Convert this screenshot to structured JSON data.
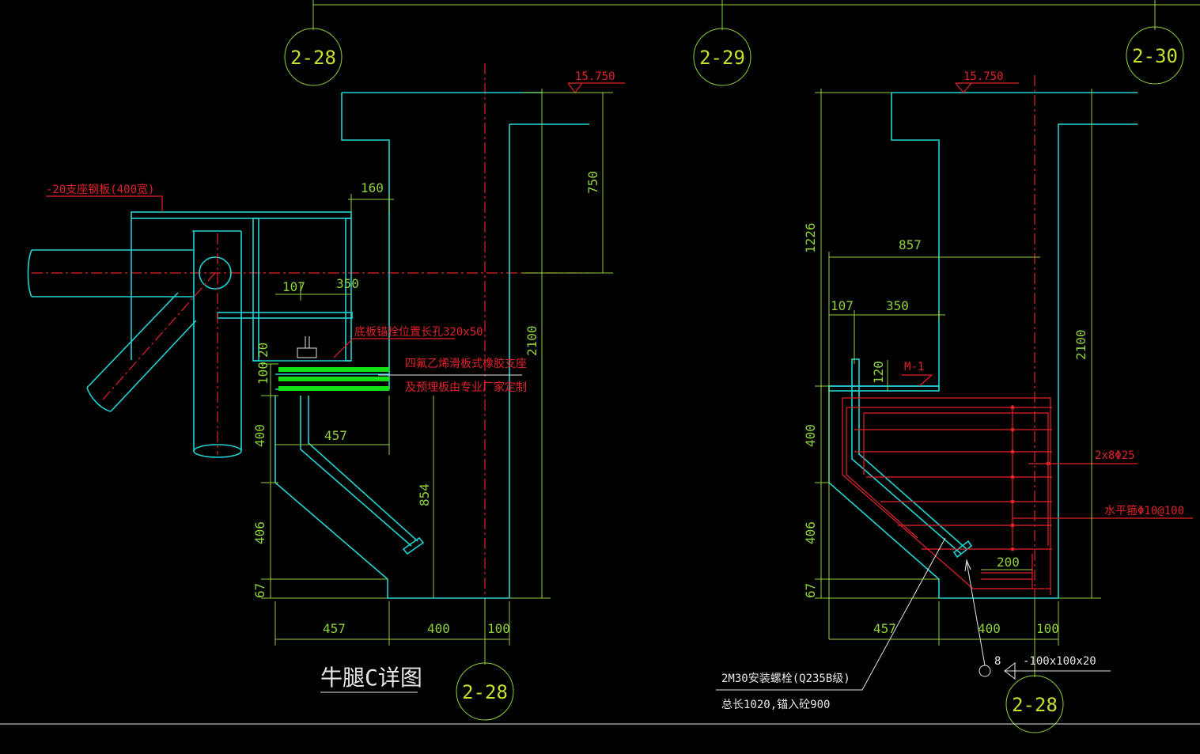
{
  "axes": {
    "top_left": "2-28",
    "top_mid": "2-29",
    "top_right": "2-30",
    "bottom_left": "2-28",
    "bottom_right": "2-28"
  },
  "left_detail": {
    "title": "牛腿C详图",
    "elev": "15.750",
    "steel_plate_note": "-20支座钢板(400宽)",
    "slot_note": "底板锚栓位置长孔320x50",
    "bearing_note_1": "四氟乙烯滑板式橡胶支座",
    "bearing_note_2": "及预埋板由专业厂家定制",
    "dims": {
      "d160": "160",
      "d107": "107",
      "d350": "350",
      "d750": "750",
      "d2100": "2100",
      "d20": "20",
      "d100": "100",
      "d400v": "400",
      "d406": "406",
      "d67": "67",
      "d457h": "457",
      "d854": "854",
      "b457": "457",
      "b400": "400",
      "b100": "100"
    }
  },
  "right_detail": {
    "elev": "15.750",
    "m1": "M-1",
    "rebar_note": "2x8Φ25",
    "stirrup_note": "水平箍Φ10@100",
    "bolt_note_1": "2M30安装螺栓(Q235B级)",
    "bolt_note_2": "总长1020,锚入砼900",
    "plate_num": "8",
    "plate_note": "-100x100x20",
    "dims": {
      "d1226": "1226",
      "d857": "857",
      "d107": "107",
      "d350": "350",
      "d120": "120",
      "d2100": "2100",
      "d400v": "400",
      "d406": "406",
      "d67": "67",
      "d200": "200",
      "b457": "457",
      "b400": "400",
      "b100": "100"
    }
  }
}
